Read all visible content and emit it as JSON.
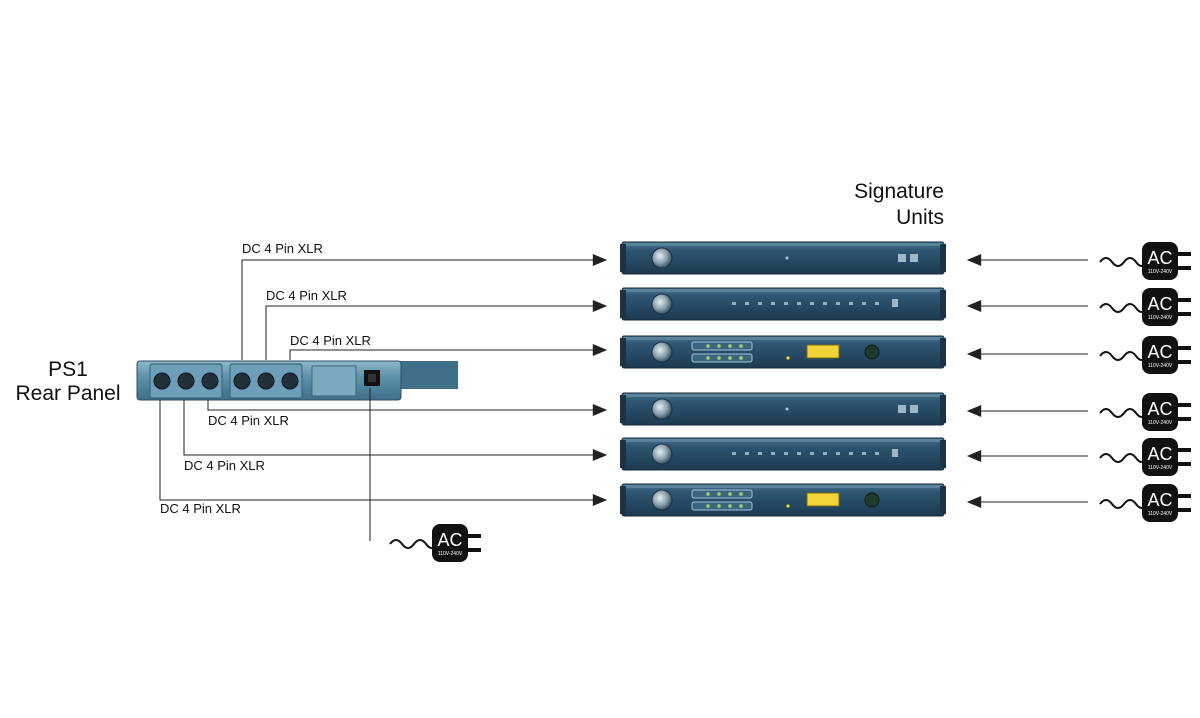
{
  "ps1_label": [
    "PS1",
    "Rear Panel"
  ],
  "units_label": [
    "Signature",
    "Units"
  ],
  "cable_label": "DC 4 Pin XLR",
  "ac_plug": {
    "text": "AC",
    "voltage": "110V-240V"
  },
  "unit_types": [
    "blank",
    "led-strip",
    "display",
    "blank",
    "led-strip",
    "display"
  ],
  "colors": {
    "wire": "#222222",
    "rack_dark": "#24445e",
    "rack_face": "#2f5874",
    "ps1_body": "#5d8fa9",
    "display": "#f2d43a",
    "led": "#9fd36a",
    "plug": "#111111"
  }
}
